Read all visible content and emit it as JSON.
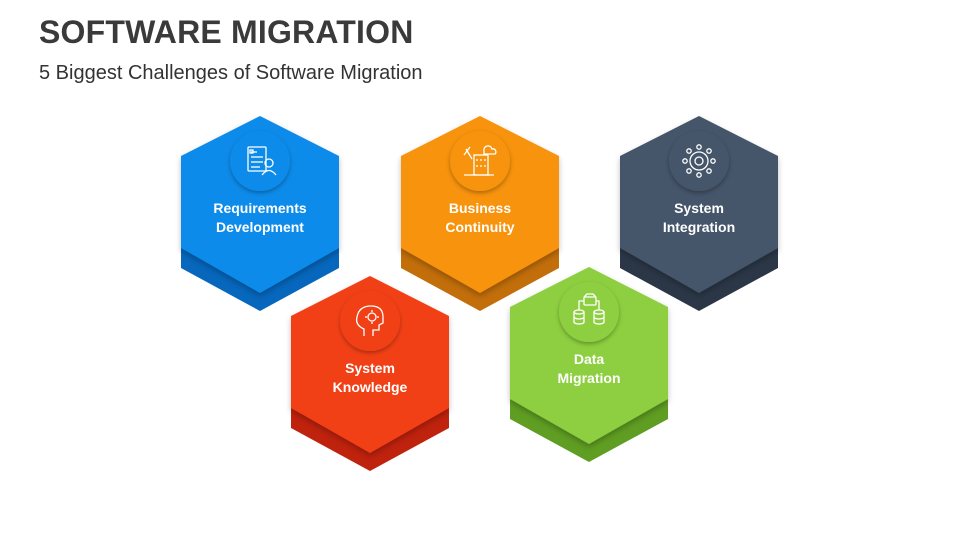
{
  "header": {
    "title": "SOFTWARE MIGRATION",
    "subtitle": "5 Biggest Challenges of Software Migration"
  },
  "items": [
    {
      "line1": "Requirements",
      "line2": "Development",
      "color": "#0a8bea",
      "dark": "#0667bd",
      "icon": "requirements-document-icon"
    },
    {
      "line1": "Business",
      "line2": "Continuity",
      "color": "#f7930a",
      "dark": "#c26e0a",
      "icon": "business-continuity-icon"
    },
    {
      "line1": "System",
      "line2": "Integration",
      "color": "#44546a",
      "dark": "#2b3747",
      "icon": "system-integration-icon"
    },
    {
      "line1": "System",
      "line2": "Knowledge",
      "color": "#f23f19",
      "dark": "#bf220d",
      "icon": "head-gear-icon"
    },
    {
      "line1": "Data",
      "line2": "Migration",
      "color": "#8dcf3f",
      "dark": "#5f9e22",
      "icon": "data-migration-icon"
    }
  ]
}
